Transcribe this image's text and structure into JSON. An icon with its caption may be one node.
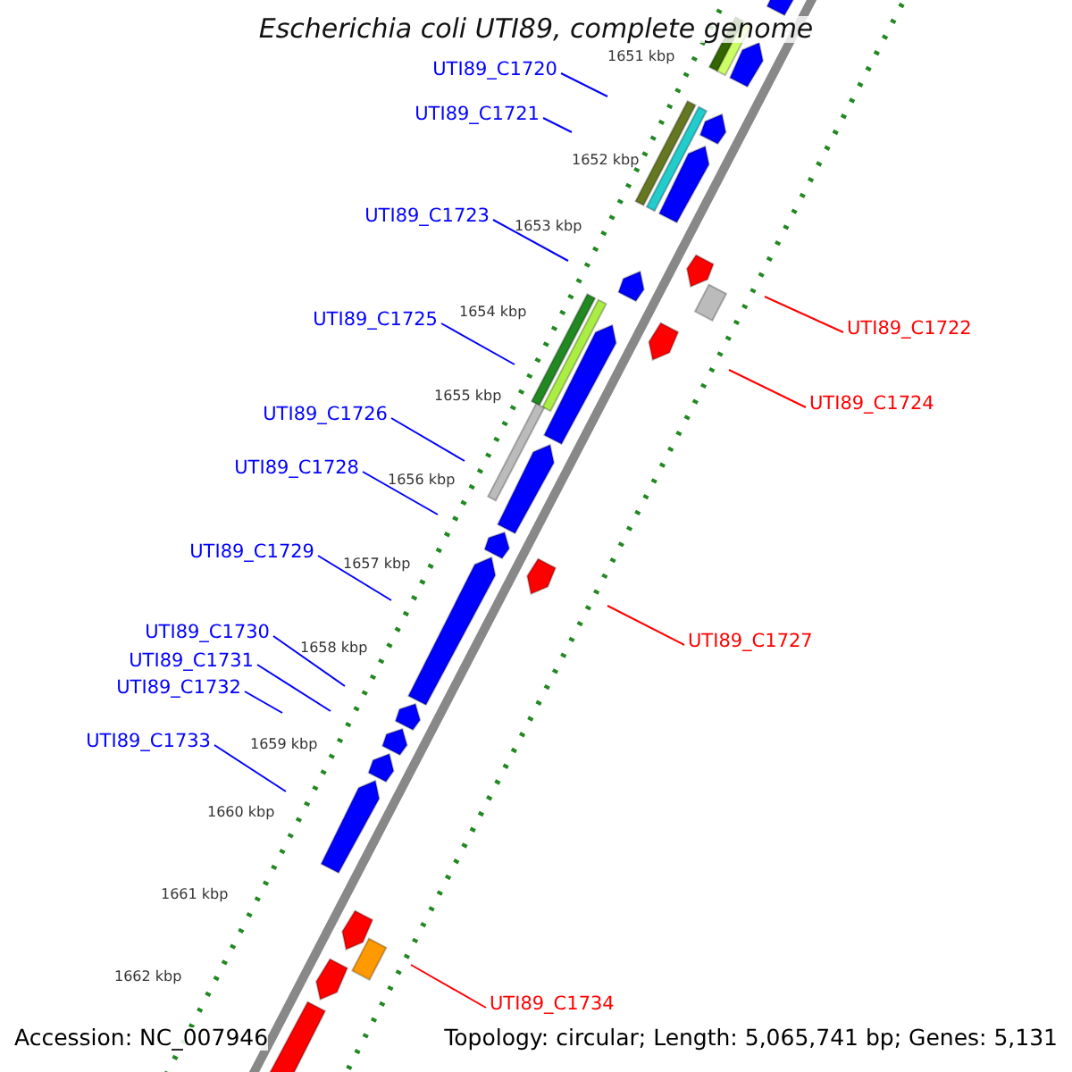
{
  "diagram": {
    "title": "Escherichia coli UTI89, complete genome",
    "nodes": [
      {
        "text": [
          "UTI89_C1720"
        ]
      },
      {
        "text": [
          "UTI89_C1721"
        ]
      },
      {
        "text": [
          "UTI89_C1723"
        ]
      },
      {
        "text": [
          "UTI89_C1722"
        ]
      },
      {
        "text": [
          "UTI89_C1725"
        ]
      },
      {
        "text": [
          "UTI89_C1724"
        ]
      },
      {
        "text": [
          "UTI89_C1726"
        ]
      },
      {
        "text": [
          "UTI89_C1728"
        ]
      },
      {
        "text": [
          "UTI89_C1729"
        ]
      },
      {
        "text": [
          "UTI89_C1727"
        ]
      },
      {
        "text": [
          "UTI89_C1730"
        ]
      },
      {
        "text": [
          "UTI89_C1731"
        ]
      },
      {
        "text": [
          "UTI89_C1732"
        ]
      },
      {
        "text": [
          "UTI89_C1733"
        ]
      },
      {
        "text": [
          "UTI89_C1734"
        ]
      }
    ],
    "edges": [
      {
        "from": 0,
        "to": null,
        "arrow": "none"
      },
      {
        "from": 1,
        "to": null,
        "arrow": "none"
      },
      {
        "from": 2,
        "to": null,
        "arrow": "none"
      },
      {
        "from": 3,
        "to": null,
        "arrow": "none",
        "color": "#ff0000"
      },
      {
        "from": 4,
        "to": null,
        "arrow": "none"
      },
      {
        "from": 5,
        "to": null,
        "arrow": "none",
        "color": "#ff0000"
      },
      {
        "from": 6,
        "to": null,
        "arrow": "none"
      },
      {
        "from": 7,
        "to": null,
        "arrow": "none"
      },
      {
        "from": 8,
        "to": null,
        "arrow": "none"
      },
      {
        "from": 9,
        "to": null,
        "arrow": "none",
        "color": "#ff0000"
      },
      {
        "from": 10,
        "to": null,
        "arrow": "none"
      },
      {
        "from": 11,
        "to": null,
        "arrow": "none"
      },
      {
        "from": 12,
        "to": null,
        "arrow": "none"
      },
      {
        "from": 13,
        "to": null,
        "arrow": "none"
      },
      {
        "from": 14,
        "to": null,
        "arrow": "none",
        "color": "#ff0000"
      }
    ],
    "labels": [
      "1651 kbp",
      "1652 kbp",
      "1653 kbp",
      "1654 kbp",
      "1655 kbp",
      "1656 kbp",
      "1657 kbp",
      "1658 kbp",
      "1659 kbp",
      "1660 kbp",
      "1661 kbp",
      "1662 kbp",
      "Accession: NC_007946",
      "Topology: circular; Length: 5,065,741 bp; Genes: 5,131"
    ]
  }
}
